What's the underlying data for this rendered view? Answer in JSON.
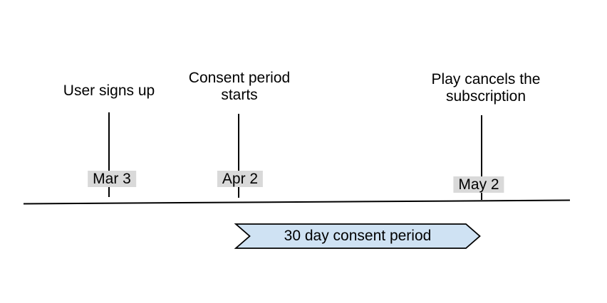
{
  "colors": {
    "background": "#ffffff",
    "line": "#000000",
    "text": "#000000",
    "date_chip_bg": "#d9d9d9",
    "arrow_fill": "#cfe2f3",
    "arrow_border": "#000000"
  },
  "events": [
    {
      "label": "User signs up",
      "date": "Mar 3"
    },
    {
      "label": "Consent period\nstarts",
      "date": "Apr 2"
    },
    {
      "label": "Play cancels the\nsubscription",
      "date": "May 2"
    }
  ],
  "arrow": {
    "label": "30 day consent period"
  }
}
